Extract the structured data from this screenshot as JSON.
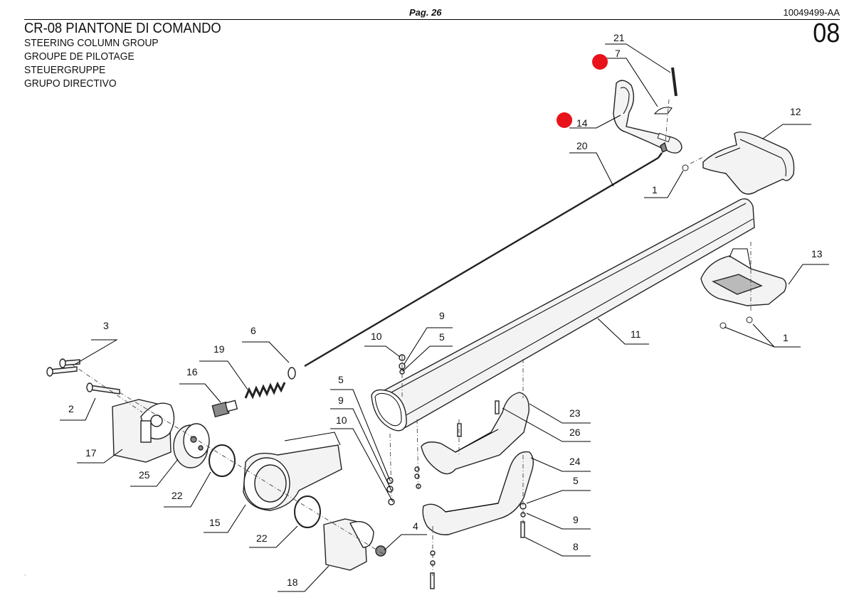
{
  "header": {
    "page": "Pag. 26",
    "doc_code": "10049499-AA",
    "title": "CR-08 PIANTONE DI COMANDO",
    "subtitles": [
      "STEERING COLUMN GROUP",
      "GROUPE DE PILOTAGE",
      "STEUERGRUPPE",
      "GRUPO DIRECTIVO"
    ],
    "section": "08"
  },
  "callouts": [
    "21",
    "7",
    "14",
    "20",
    "12",
    "1",
    "13",
    "11",
    "1",
    "9",
    "10",
    "5",
    "6",
    "3",
    "19",
    "16",
    "2",
    "17",
    "25",
    "22",
    "15",
    "22",
    "18",
    "5",
    "9",
    "10",
    "4",
    "23",
    "26",
    "24",
    "5",
    "9",
    "8"
  ],
  "markers": [
    {
      "label": "7",
      "color": "#e8121b"
    },
    {
      "label": "14",
      "color": "#e8121b"
    }
  ]
}
